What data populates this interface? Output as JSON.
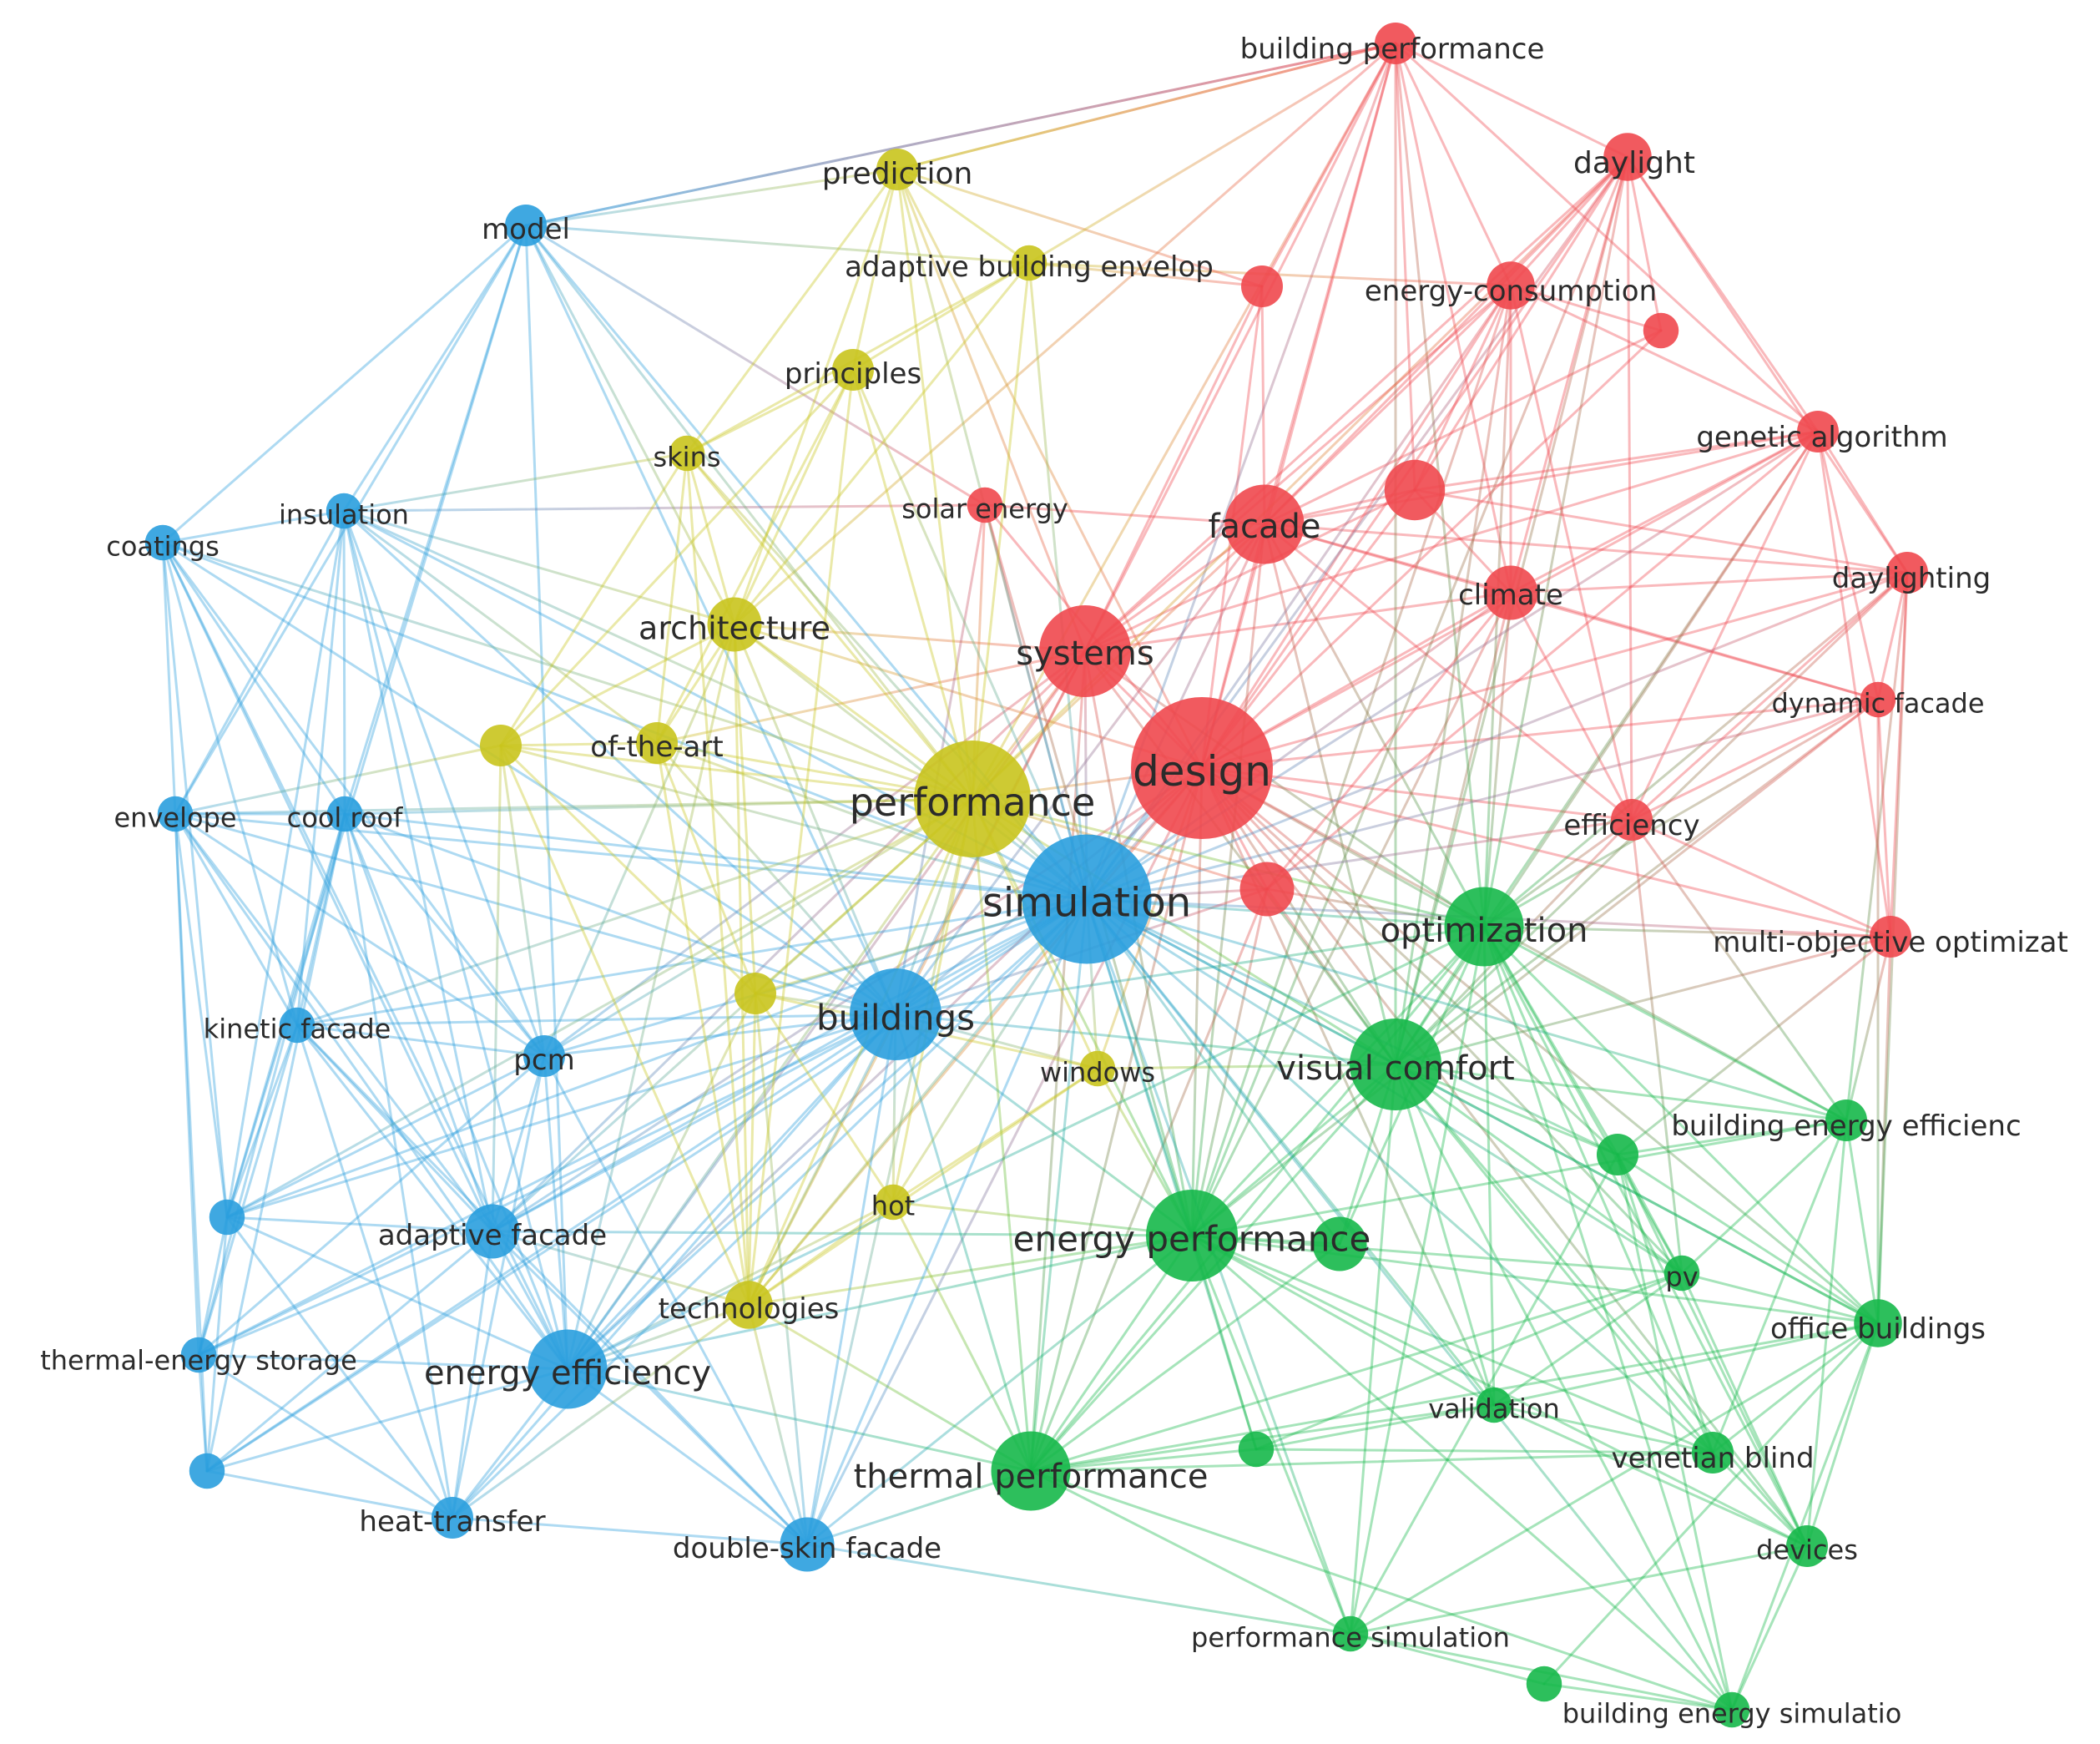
{
  "diagram": {
    "type": "keyword-co-occurrence-network",
    "clusters": {
      "red": "#f0484e",
      "green": "#16b84a",
      "blue": "#2a9ede",
      "yellow": "#c9c41d"
    },
    "nodes": [
      {
        "id": "design",
        "label": "design",
        "cluster": "red",
        "weight": 10
      },
      {
        "id": "systems",
        "label": "systems",
        "cluster": "red",
        "weight": 6
      },
      {
        "id": "facade",
        "label": "facade",
        "cluster": "red",
        "weight": 5
      },
      {
        "id": "climate",
        "label": "climate",
        "cluster": "red",
        "weight": 3
      },
      {
        "id": "building_performance",
        "label": "building performance",
        "cluster": "red",
        "weight": 2
      },
      {
        "id": "daylight",
        "label": "daylight",
        "cluster": "red",
        "weight": 2.5
      },
      {
        "id": "energy_consumption",
        "label": "energy-consumption",
        "cluster": "red",
        "weight": 2.5
      },
      {
        "id": "genetic_algorithm",
        "label": "genetic algorithm",
        "cluster": "red",
        "weight": 2
      },
      {
        "id": "daylighting",
        "label": "daylighting",
        "cluster": "red",
        "weight": 2
      },
      {
        "id": "dynamic_facade",
        "label": "dynamic facade",
        "cluster": "red",
        "weight": 1.5
      },
      {
        "id": "efficiency",
        "label": "efficiency",
        "cluster": "red",
        "weight": 2
      },
      {
        "id": "multi_objective",
        "label": "multi-objective optimizat",
        "cluster": "red",
        "weight": 2
      },
      {
        "id": "solar_energy",
        "label": "solar energy",
        "cluster": "red",
        "weight": 1.5
      },
      {
        "id": "red_u1",
        "label": "",
        "cluster": "red",
        "weight": 2
      },
      {
        "id": "red_u2",
        "label": "",
        "cluster": "red",
        "weight": 1.5
      },
      {
        "id": "red_u3",
        "label": "",
        "cluster": "red",
        "weight": 3.5
      },
      {
        "id": "red_u4",
        "label": "",
        "cluster": "red",
        "weight": 3
      },
      {
        "id": "optimization",
        "label": "optimization",
        "cluster": "green",
        "weight": 5
      },
      {
        "id": "visual_comfort",
        "label": "visual comfort",
        "cluster": "green",
        "weight": 6
      },
      {
        "id": "energy_performance",
        "label": "energy performance",
        "cluster": "green",
        "weight": 6
      },
      {
        "id": "thermal_performance",
        "label": "thermal performance",
        "cluster": "green",
        "weight": 5
      },
      {
        "id": "building_energy_efficiency",
        "label": "building energy efficienc",
        "cluster": "green",
        "weight": 2
      },
      {
        "id": "pv",
        "label": "pv",
        "cluster": "green",
        "weight": 1.5
      },
      {
        "id": "office_buildings",
        "label": "office buildings",
        "cluster": "green",
        "weight": 2.5
      },
      {
        "id": "validation",
        "label": "validation",
        "cluster": "green",
        "weight": 1.5
      },
      {
        "id": "venetian_blind",
        "label": "venetian blind",
        "cluster": "green",
        "weight": 2
      },
      {
        "id": "devices",
        "label": "devices",
        "cluster": "green",
        "weight": 2
      },
      {
        "id": "performance_simulation",
        "label": "performance simulation",
        "cluster": "green",
        "weight": 1.5
      },
      {
        "id": "building_energy_simulation",
        "label": "building energy simulatio",
        "cluster": "green",
        "weight": 1.5
      },
      {
        "id": "green_u1",
        "label": "",
        "cluster": "green",
        "weight": 2
      },
      {
        "id": "green_u2",
        "label": "",
        "cluster": "green",
        "weight": 3
      },
      {
        "id": "green_u3",
        "label": "",
        "cluster": "green",
        "weight": 1.5
      },
      {
        "id": "green_u4",
        "label": "",
        "cluster": "green",
        "weight": 1.5
      },
      {
        "id": "simulation",
        "label": "simulation",
        "cluster": "blue",
        "weight": 9
      },
      {
        "id": "buildings",
        "label": "buildings",
        "cluster": "blue",
        "weight": 6
      },
      {
        "id": "energy_efficiency",
        "label": "energy efficiency",
        "cluster": "blue",
        "weight": 5
      },
      {
        "id": "adaptive_facade",
        "label": "adaptive facade",
        "cluster": "blue",
        "weight": 3
      },
      {
        "id": "double_skin_facade",
        "label": "double-skin facade",
        "cluster": "blue",
        "weight": 3
      },
      {
        "id": "heat_transfer",
        "label": "heat-transfer",
        "cluster": "blue",
        "weight": 2
      },
      {
        "id": "thermal_energy_storage",
        "label": "thermal-energy storage",
        "cluster": "blue",
        "weight": 1.5
      },
      {
        "id": "kinetic_facade",
        "label": "kinetic facade",
        "cluster": "blue",
        "weight": 1.5
      },
      {
        "id": "pcm",
        "label": "pcm",
        "cluster": "blue",
        "weight": 2
      },
      {
        "id": "envelope",
        "label": "envelope",
        "cluster": "blue",
        "weight": 1.5
      },
      {
        "id": "cool_roof",
        "label": "cool roof",
        "cluster": "blue",
        "weight": 1.5
      },
      {
        "id": "coatings",
        "label": "coatings",
        "cluster": "blue",
        "weight": 1.5
      },
      {
        "id": "insulation",
        "label": "insulation",
        "cluster": "blue",
        "weight": 1.5
      },
      {
        "id": "model",
        "label": "model",
        "cluster": "blue",
        "weight": 2
      },
      {
        "id": "blue_u1",
        "label": "",
        "cluster": "blue",
        "weight": 1.5
      },
      {
        "id": "blue_u2",
        "label": "",
        "cluster": "blue",
        "weight": 1.5
      },
      {
        "id": "performance",
        "label": "performance",
        "cluster": "yellow",
        "weight": 8
      },
      {
        "id": "architecture",
        "label": "architecture",
        "cluster": "yellow",
        "weight": 3
      },
      {
        "id": "of_the_art",
        "label": "of-the-art",
        "cluster": "yellow",
        "weight": 2
      },
      {
        "id": "skins",
        "label": "skins",
        "cluster": "yellow",
        "weight": 1.5
      },
      {
        "id": "principles",
        "label": "principles",
        "cluster": "yellow",
        "weight": 2
      },
      {
        "id": "prediction",
        "label": "prediction",
        "cluster": "yellow",
        "weight": 2
      },
      {
        "id": "adaptive_building_envelop",
        "label": "adaptive building envelop",
        "cluster": "yellow",
        "weight": 1.5
      },
      {
        "id": "windows",
        "label": "windows",
        "cluster": "yellow",
        "weight": 1.5
      },
      {
        "id": "hot",
        "label": "hot",
        "cluster": "yellow",
        "weight": 1.5
      },
      {
        "id": "technologies",
        "label": "technologies",
        "cluster": "yellow",
        "weight": 2.5
      },
      {
        "id": "yellow_u1",
        "label": "",
        "cluster": "yellow",
        "weight": 2
      },
      {
        "id": "yellow_u2",
        "label": "",
        "cluster": "yellow",
        "weight": 2
      }
    ]
  }
}
